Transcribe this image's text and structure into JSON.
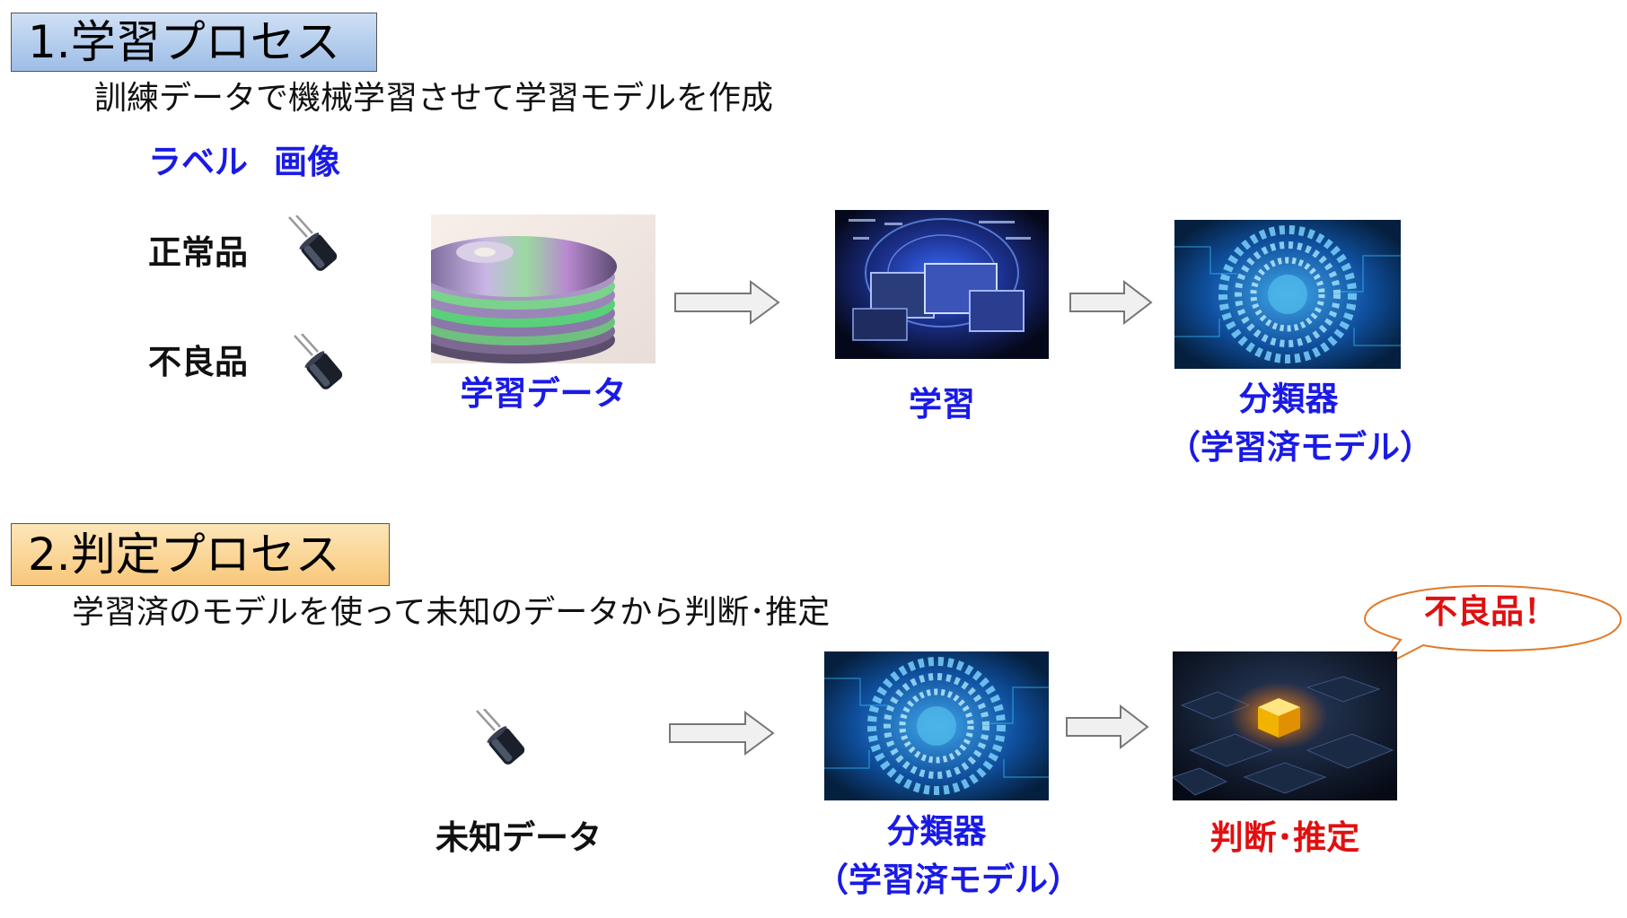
{
  "section1": {
    "title": "1.学習プロセス",
    "description": "訓練データで機械学習させて学習モデルを作成",
    "label_header": "ラベル",
    "image_header": "画像",
    "normal_label": "正常品",
    "defective_label": "不良品",
    "training_data_caption": "学習データ",
    "learning_caption": "学習",
    "classifier_caption_line1": "分類器",
    "classifier_caption_line2": "（学習済モデル）"
  },
  "section2": {
    "title": "2.判定プロセス",
    "description": "学習済のモデルを使って未知のデータから判断･推定",
    "unknown_data_caption": "未知データ",
    "classifier_caption_line1": "分類器",
    "classifier_caption_line2": "（学習済モデル）",
    "judgment_caption": "判断･推定",
    "speech_bubble": "不良品！"
  },
  "colors": {
    "section1_box": "#9dbde6",
    "section2_box": "#f8c77a",
    "caption_blue": "#1a1ae6",
    "judgment_red": "#e01010",
    "bubble_border": "#e07a2a"
  },
  "icons": [
    "capacitor-icon",
    "arrow-right-icon",
    "speech-bubble-icon"
  ]
}
